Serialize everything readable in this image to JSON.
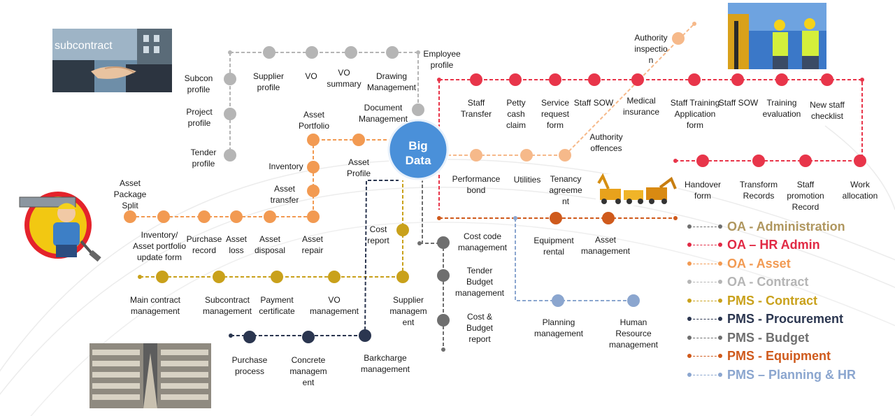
{
  "center": {
    "line1": "Big",
    "line2": "Data"
  },
  "photos": {
    "subcontract": {
      "caption": "subcontract"
    }
  },
  "colors": {
    "oa_admin": "#8f8f8f",
    "oa_hr": "#e8354a",
    "oa_asset": "#f29a52",
    "oa_contract": "#b5b5b5",
    "pms_contract": "#c9a11b",
    "pms_procurement": "#2b3650",
    "pms_budget": "#6f6f6f",
    "pms_equipment": "#cf5a1c",
    "pms_planning": "#8ba6cf",
    "center": "#4a90d9"
  },
  "legend": [
    {
      "text": "OA - Administration",
      "color": "#b0975f",
      "line": "#6f6f6f"
    },
    {
      "text": "OA – HR Admin",
      "color": "#e12a45",
      "line": "#e12a45"
    },
    {
      "text": "OA - Asset",
      "color": "#f29a52",
      "line": "#f29a52"
    },
    {
      "text": "OA - Contract",
      "color": "#b5b5b5",
      "line": "#b5b5b5"
    },
    {
      "text": "PMS - Contract",
      "color": "#c9a11b",
      "line": "#c9a11b"
    },
    {
      "text": "PMS - Procurement",
      "color": "#2b3650",
      "line": "#2b3650"
    },
    {
      "text": "PMS - Budget",
      "color": "#6f6f6f",
      "line": "#6f6f6f"
    },
    {
      "text": "PMS - Equipment",
      "color": "#cf5a1c",
      "line": "#cf5a1c"
    },
    {
      "text": "PMS – Planning & HR",
      "color": "#8ba6cf",
      "line": "#8ba6cf"
    }
  ],
  "labels": {
    "subcon_profile": [
      "Subcon",
      "profile"
    ],
    "project_profile": [
      "Project",
      "profile"
    ],
    "tender_profile": [
      "Tender",
      "profile"
    ],
    "supplier_profile": [
      "Supplier",
      "profile"
    ],
    "vo": [
      "VO"
    ],
    "vo_summary": [
      "VO",
      "summary"
    ],
    "drawing_management": [
      "Drawing",
      "Management"
    ],
    "employee_profile": [
      "Employee",
      "profile"
    ],
    "document_management": [
      "Document",
      "Management"
    ],
    "asset_portfolio": [
      "Asset",
      "Portfolio"
    ],
    "inventory": [
      "Inventory"
    ],
    "asset_transfer": [
      "Asset",
      "transfer"
    ],
    "asset_profile": [
      "Asset",
      "Profile"
    ],
    "asset_package_split": [
      "Asset",
      "Package",
      "Split"
    ],
    "inventory_update": [
      "Inventory/",
      "Asset portfolio",
      "update form"
    ],
    "purchase_record": [
      "Purchase",
      "record"
    ],
    "asset_loss": [
      "Asset",
      "loss"
    ],
    "asset_disposal": [
      "Asset",
      "disposal"
    ],
    "asset_repair": [
      "Asset",
      "repair"
    ],
    "cost_report": [
      "Cost",
      "report"
    ],
    "main_contract": [
      "Main contract",
      "management"
    ],
    "subcontract_mgmt": [
      "Subcontract",
      "management"
    ],
    "payment_certificate": [
      "Payment",
      "certificate"
    ],
    "vo_management": [
      "VO",
      "management"
    ],
    "supplier_management": [
      "Supplier",
      "managem",
      "ent"
    ],
    "purchase_process": [
      "Purchase",
      "process"
    ],
    "concrete_management": [
      "Concrete",
      "managem",
      "ent"
    ],
    "barkcharge_management": [
      "Barkcharge",
      "management"
    ],
    "cost_code_management": [
      "Cost code",
      "management"
    ],
    "tender_budget": [
      "Tender",
      "Budget",
      "management"
    ],
    "cost_budget_report": [
      "Cost &",
      "Budget",
      "report"
    ],
    "authority_inspection": [
      "Authority",
      "inspectio",
      "n"
    ],
    "staff_transfer": [
      "Staff",
      "Transfer"
    ],
    "petty_cash": [
      "Petty",
      "cash",
      "claim"
    ],
    "service_request": [
      "Service",
      "request",
      "form"
    ],
    "staff_sow_1": [
      "Staff SOW"
    ],
    "medical_insurance": [
      "Medical",
      "insurance"
    ],
    "staff_training_app": [
      "Staff Training",
      "Application",
      "form"
    ],
    "staff_sow_2": [
      "Staff SOW"
    ],
    "training_evaluation": [
      "Training",
      "evaluation"
    ],
    "new_staff_checklist": [
      "New staff",
      "checklist"
    ],
    "authority_offences": [
      "Authority",
      "offences"
    ],
    "performance_bond": [
      "Performance",
      "bond"
    ],
    "utilities": [
      "Utilities"
    ],
    "tenancy_agreement": [
      "Tenancy",
      "agreeme",
      "nt"
    ],
    "handover_form": [
      "Handover",
      "form"
    ],
    "transform_records": [
      "Transform",
      "Records"
    ],
    "staff_promotion": [
      "Staff",
      "promotion",
      "Record"
    ],
    "work_allocation": [
      "Work",
      "allocation"
    ],
    "equipment_rental": [
      "Equipment",
      "rental"
    ],
    "asset_management": [
      "Asset",
      "management"
    ],
    "planning_management": [
      "Planning",
      "management"
    ],
    "human_resource": [
      "Human",
      "Resource",
      "management"
    ]
  }
}
